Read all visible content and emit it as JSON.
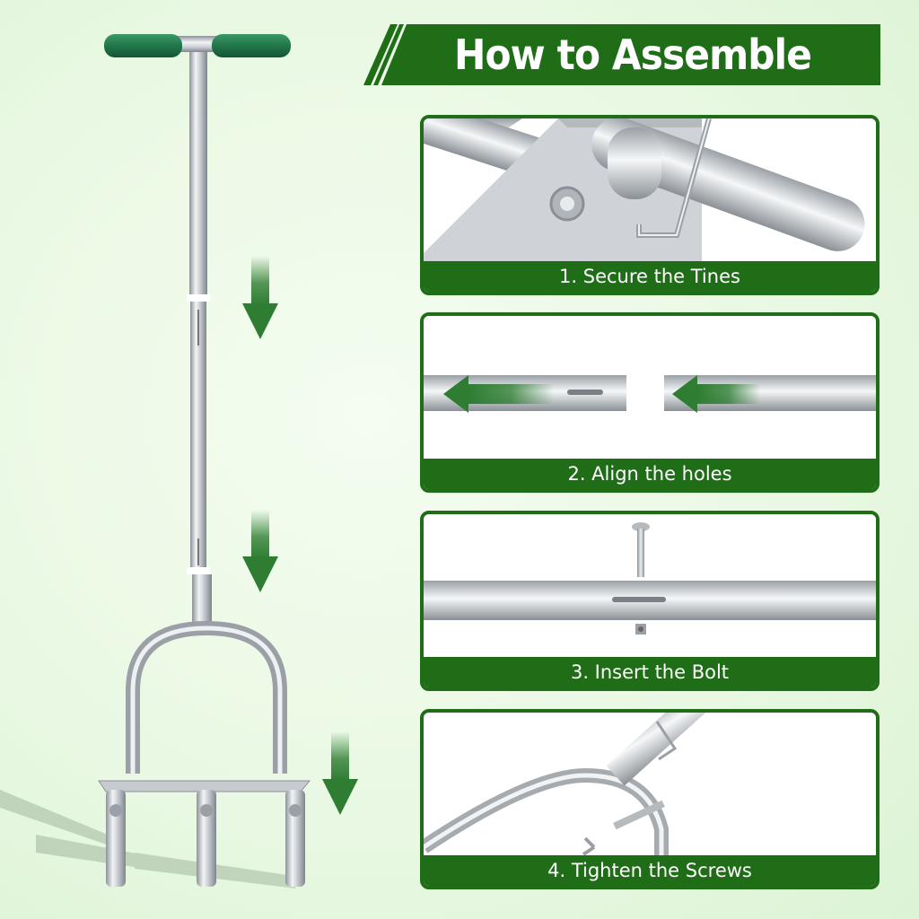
{
  "header": {
    "title": "How to Assemble"
  },
  "colors": {
    "brand_green": "#1f6e17",
    "handle_green": "#21764a",
    "arrow_green": "#2e7d32"
  },
  "steps": [
    {
      "caption": "1. Secure the Tines"
    },
    {
      "caption": "2. Align the holes"
    },
    {
      "caption": "3. Insert the Bolt"
    },
    {
      "caption": "4. Tighten the Screws"
    }
  ]
}
